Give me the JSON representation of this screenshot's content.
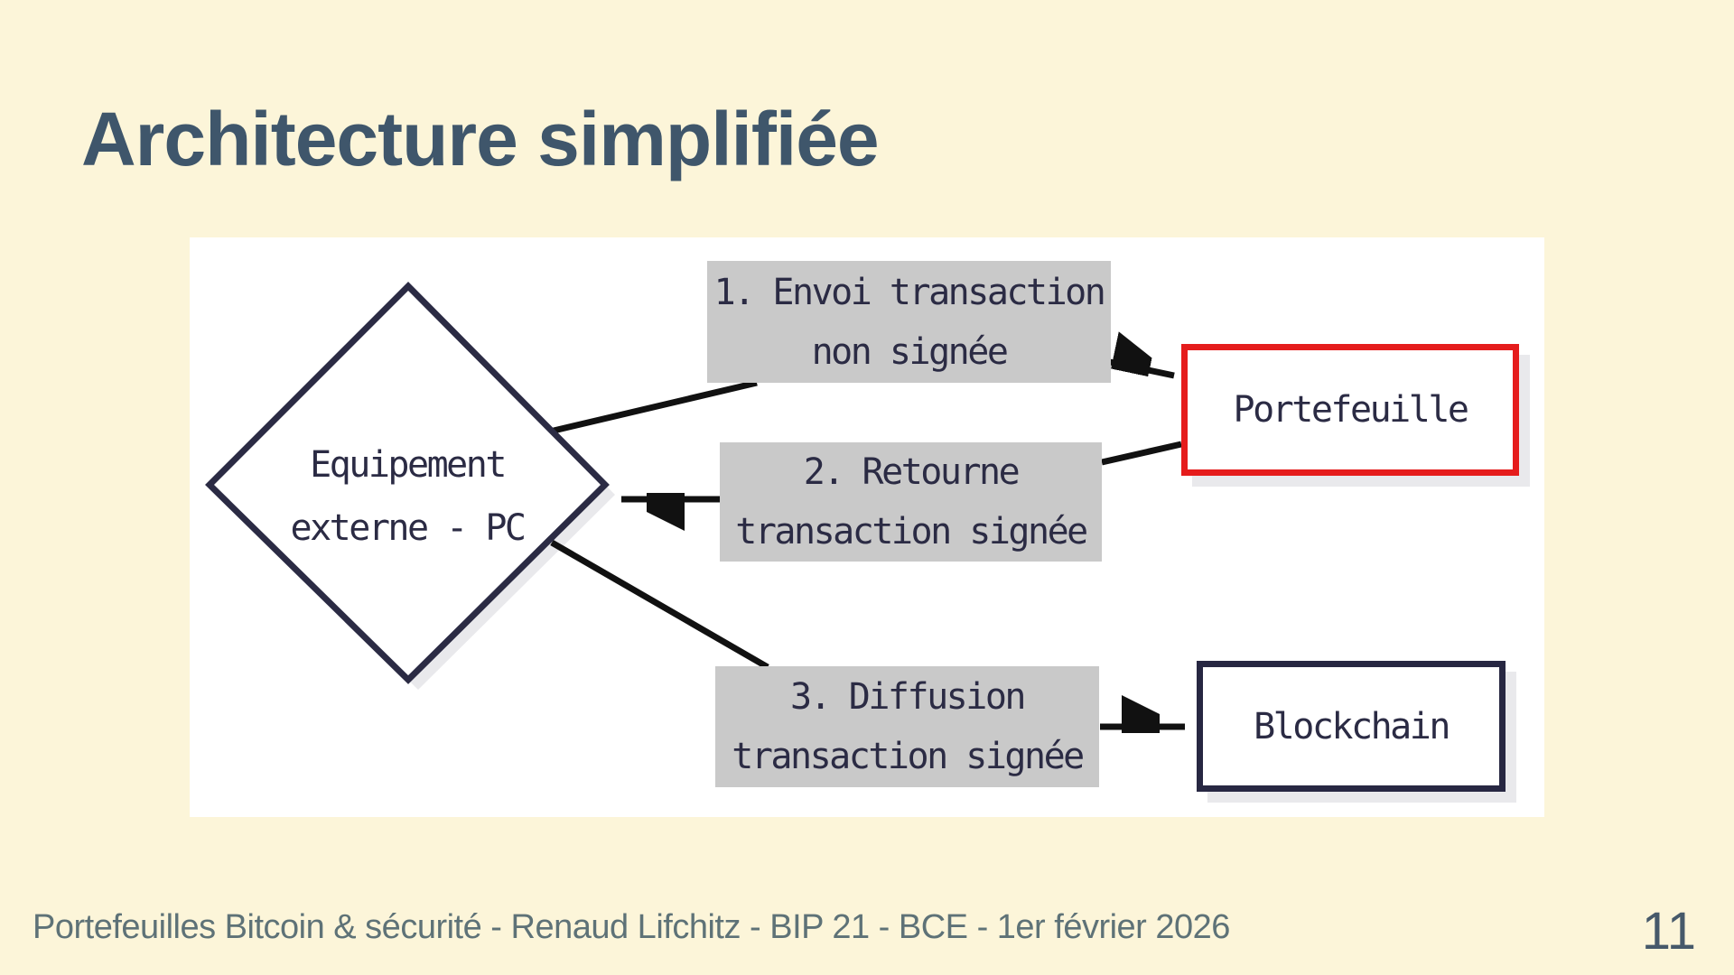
{
  "slide": {
    "title": "Architecture simplifiée",
    "footer": "Portefeuilles Bitcoin & sécurité - Renaud Lifchitz - BIP 21 - BCE - 1er février 2026",
    "page_number": "11"
  },
  "diagram": {
    "diamond": {
      "line1": "Equipement",
      "line2": "externe - PC"
    },
    "steps": [
      {
        "line1": "1. Envoi transaction",
        "line2": "non signée"
      },
      {
        "line1": "2. Retourne",
        "line2": "transaction signée"
      },
      {
        "line1": "3. Diffusion",
        "line2": "transaction signée"
      }
    ],
    "wallet_label": "Portefeuille",
    "blockchain_label": "Blockchain"
  },
  "colors": {
    "background": "#fcf5d9",
    "panel_background": "#ffffff",
    "title_text": "#3f566b",
    "footer_text": "#5e7277",
    "page_number_text": "#46596a",
    "dark_navy": "#2b2b44",
    "step_box_fill": "#c9c9c9",
    "wallet_border_red": "#e51c1c",
    "arrow_black": "#111111"
  }
}
